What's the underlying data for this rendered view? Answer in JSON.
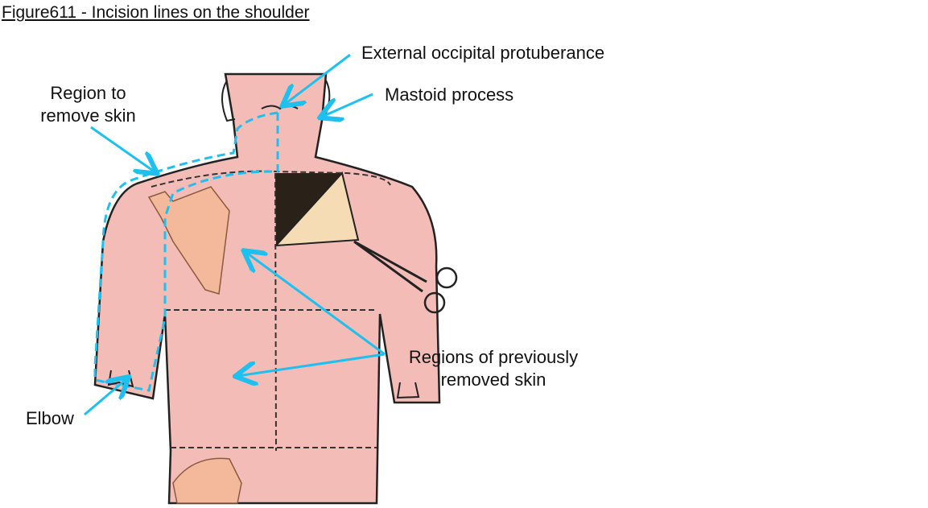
{
  "title": "Figure611 - Incision lines on the shoulder",
  "labels": {
    "occipital": "External occipital protuberance",
    "mastoid": "Mastoid process",
    "region_remove_1": "Region to",
    "region_remove_2": "remove skin",
    "previous_1": "Regions of previously",
    "previous_2": "removed skin",
    "elbow": "Elbow"
  },
  "colors": {
    "skin": "#f4bcb6",
    "bone": "#f3b99a",
    "arrow": "#1ec0f0",
    "flap": "#f5dcb4",
    "line": "#222222"
  }
}
